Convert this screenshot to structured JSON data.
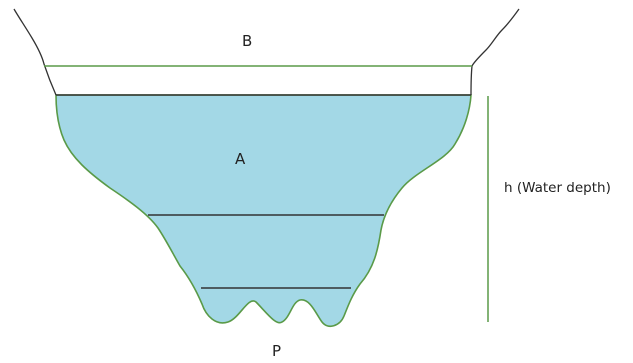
{
  "labels": {
    "top_width": "B",
    "area": "A",
    "depth": "h (Water depth)",
    "wetted_perimeter": "P"
  },
  "colors": {
    "water_fill": "#a3d8e6",
    "outline_green": "#5a9a48",
    "bank_line": "#333333",
    "level_line": "#333333",
    "background": "#ffffff"
  }
}
